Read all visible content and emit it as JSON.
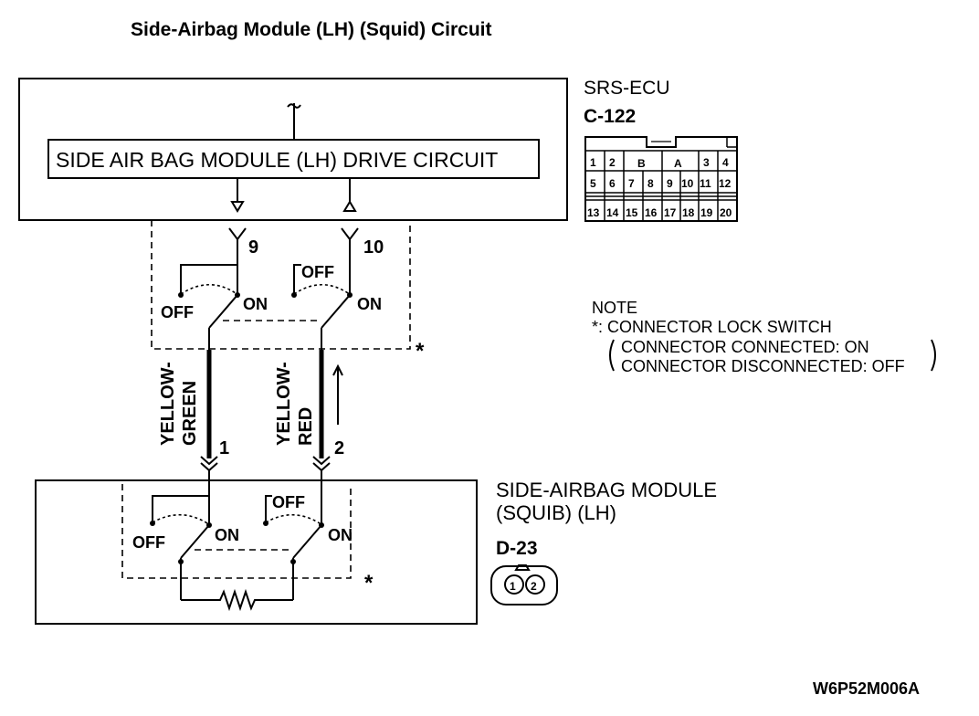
{
  "title": "Side-Airbag Module (LH) (Squid) Circuit",
  "ecu": {
    "name": "SRS-ECU",
    "connector_id": "C-122",
    "drive_circuit_label": "SIDE AIR BAG MODULE (LH) DRIVE CIRCUIT",
    "connector_pins_row1": [
      "1",
      "2",
      "B",
      "A",
      "3",
      "4"
    ],
    "connector_pins_row2": [
      "5",
      "6",
      "7",
      "8",
      "9",
      "10",
      "11",
      "12"
    ],
    "connector_pins_row3": [
      "13",
      "14",
      "15",
      "16",
      "17",
      "18",
      "19",
      "20"
    ],
    "terminal_left": "9",
    "terminal_right": "10"
  },
  "switch_labels": {
    "off": "OFF",
    "on": "ON",
    "asterisk": "*"
  },
  "wires": {
    "left_color_line1": "YELLOW-",
    "left_color_line2": "GREEN",
    "right_color_line1": "YELLOW-",
    "right_color_line2": "RED",
    "left_pin": "1",
    "right_pin": "2"
  },
  "note": {
    "heading": "NOTE",
    "asterisk_line": "*: CONNECTOR LOCK SWITCH",
    "line2": "CONNECTOR CONNECTED: ON",
    "line3": "CONNECTOR DISCONNECTED: OFF"
  },
  "module": {
    "name_line1": "SIDE-AIRBAG MODULE",
    "name_line2": "(SQUIB) (LH)",
    "connector_id": "D-23",
    "connector_pins": [
      "1",
      "2"
    ]
  },
  "figure_code": "W6P52M006A"
}
